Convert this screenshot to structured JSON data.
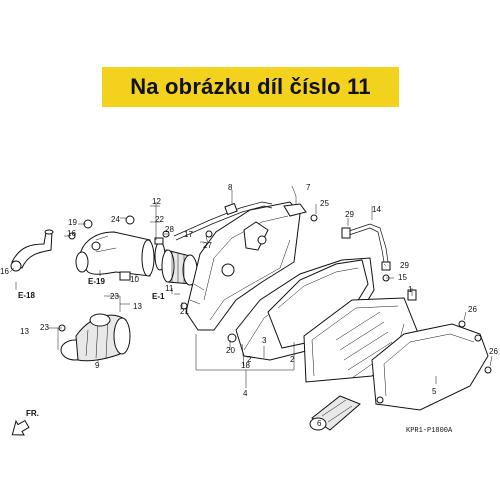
{
  "banner": {
    "text": "Na obrázku díl číslo 11"
  },
  "diagram_code": "KPR1-P1800A",
  "front_arrow": "FR.",
  "refs": [
    "E-18",
    "E-19",
    "E-1"
  ],
  "callouts": [
    "1",
    "2",
    "2",
    "3",
    "4",
    "5",
    "6",
    "7",
    "8",
    "9",
    "10",
    "11",
    "12",
    "13",
    "13",
    "14",
    "15",
    "16",
    "16",
    "17",
    "18",
    "19",
    "20",
    "21",
    "22",
    "23",
    "23",
    "24",
    "25",
    "26",
    "26",
    "27",
    "28",
    "29",
    "29"
  ],
  "colors": {
    "banner": "#f2d21c"
  }
}
